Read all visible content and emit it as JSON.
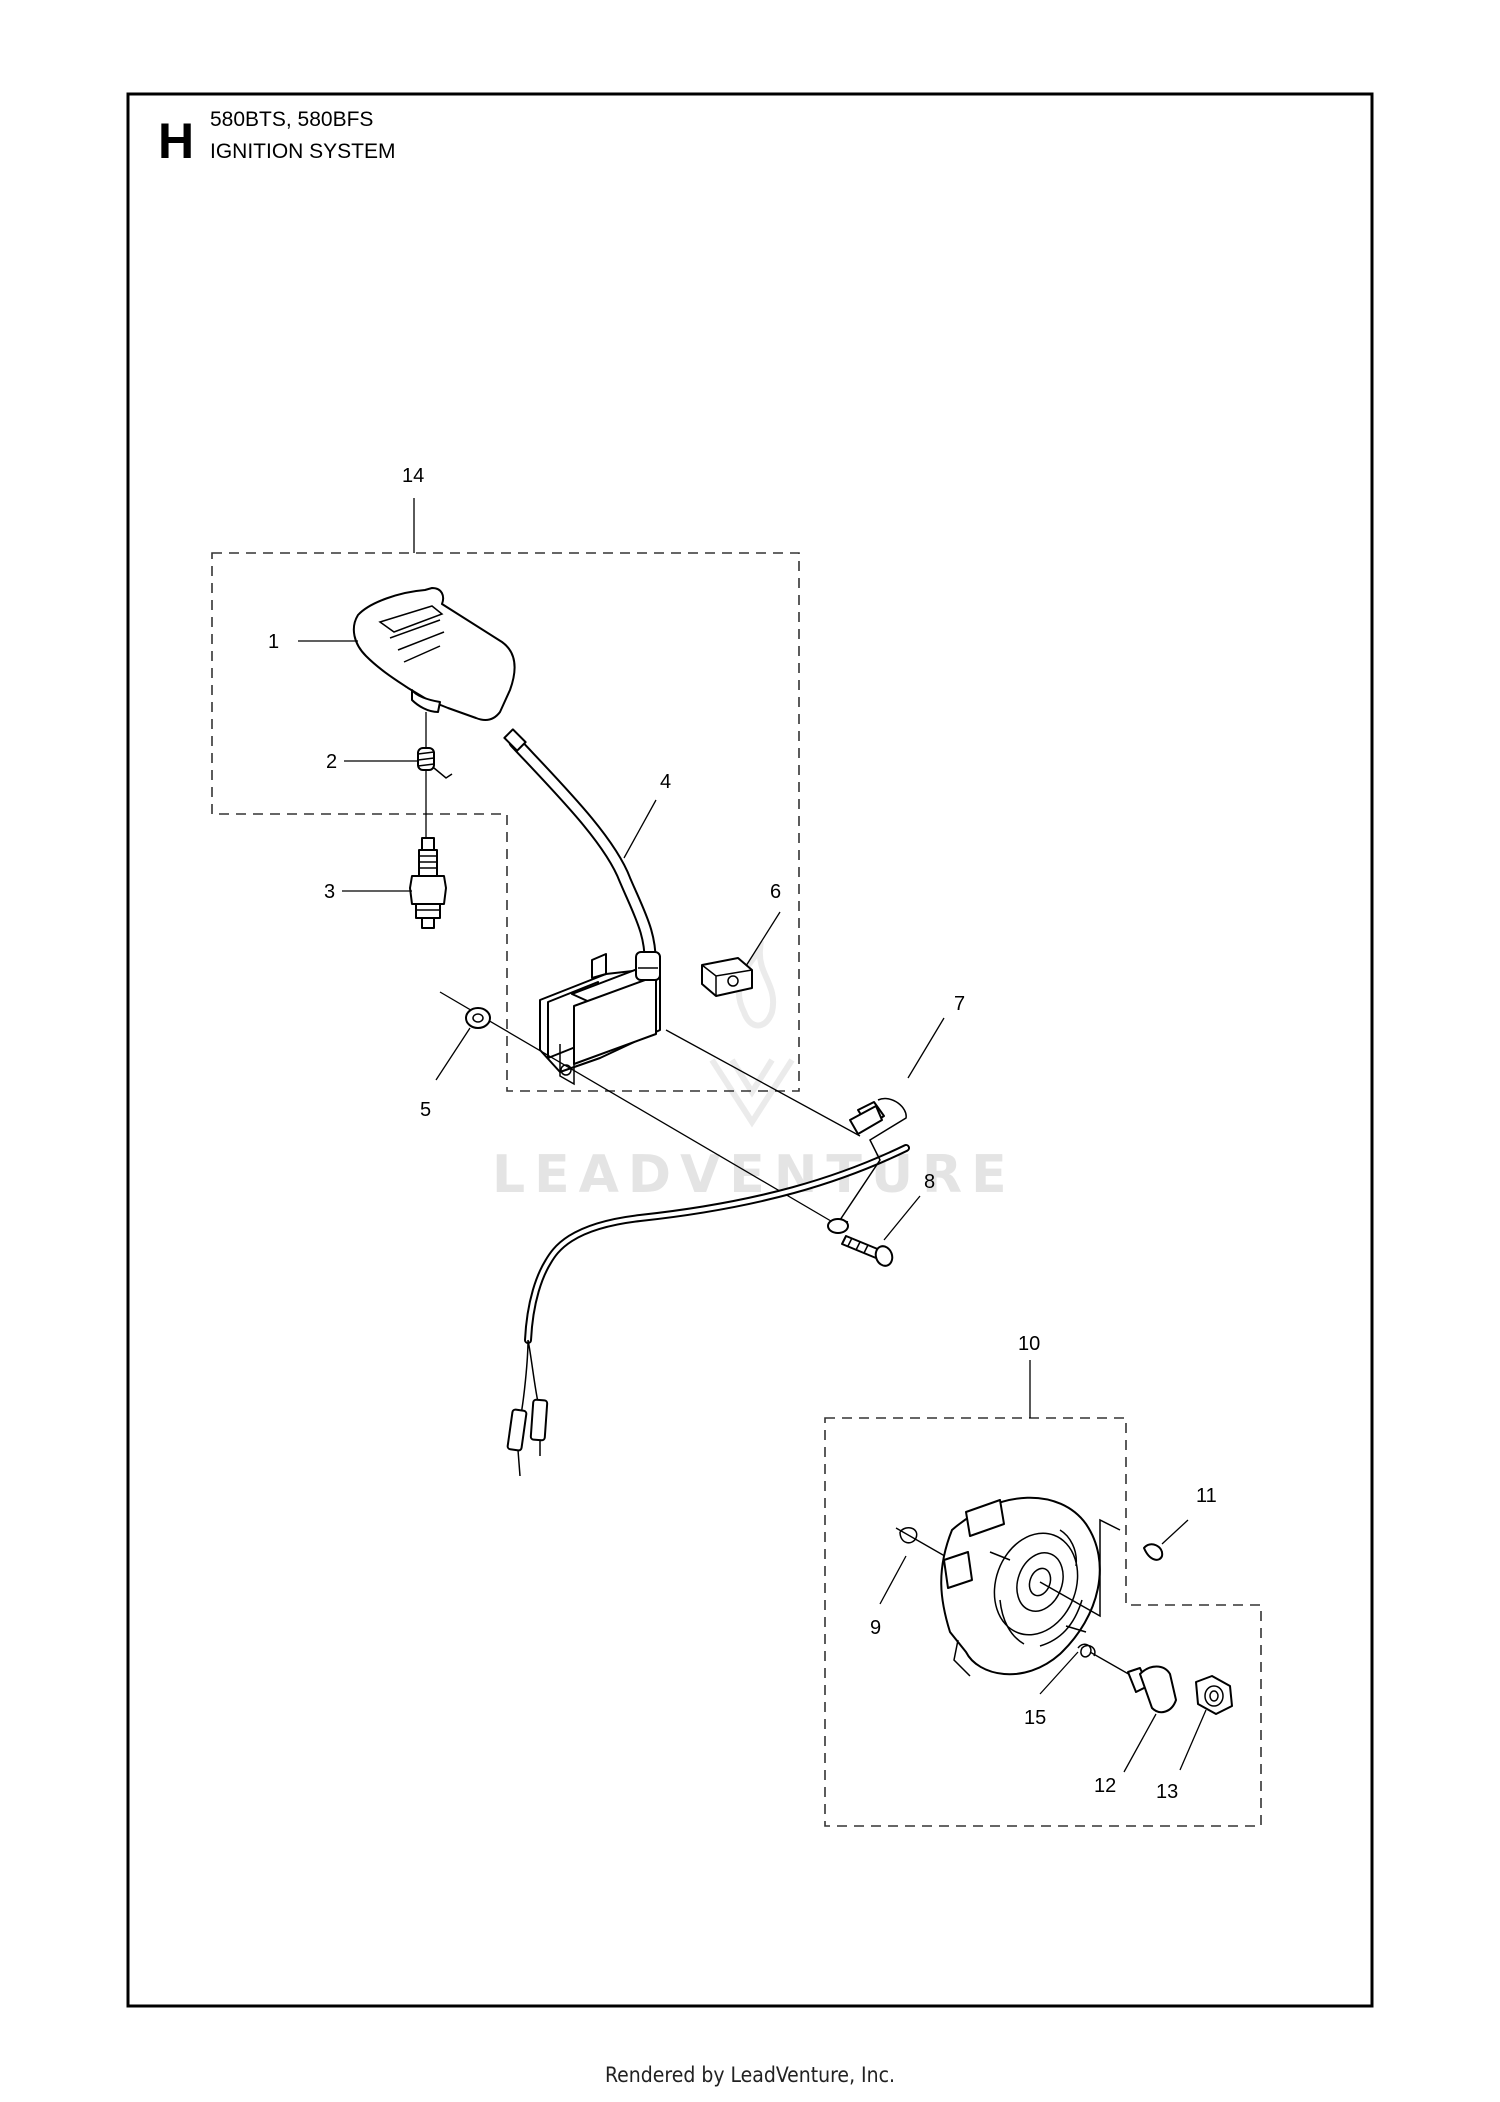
{
  "header": {
    "section_letter": "H",
    "models": "580BTS, 580BFS",
    "title": "IGNITION SYSTEM"
  },
  "callouts": {
    "c1": "1",
    "c2": "2",
    "c3": "3",
    "c4": "4",
    "c5": "5",
    "c6": "6",
    "c7": "7",
    "c8": "8",
    "c9": "9",
    "c10": "10",
    "c11": "11",
    "c12": "12",
    "c13": "13",
    "c14": "14",
    "c15": "15"
  },
  "watermark": "LEADVENTURE",
  "footer": "Rendered by LeadVenture, Inc."
}
